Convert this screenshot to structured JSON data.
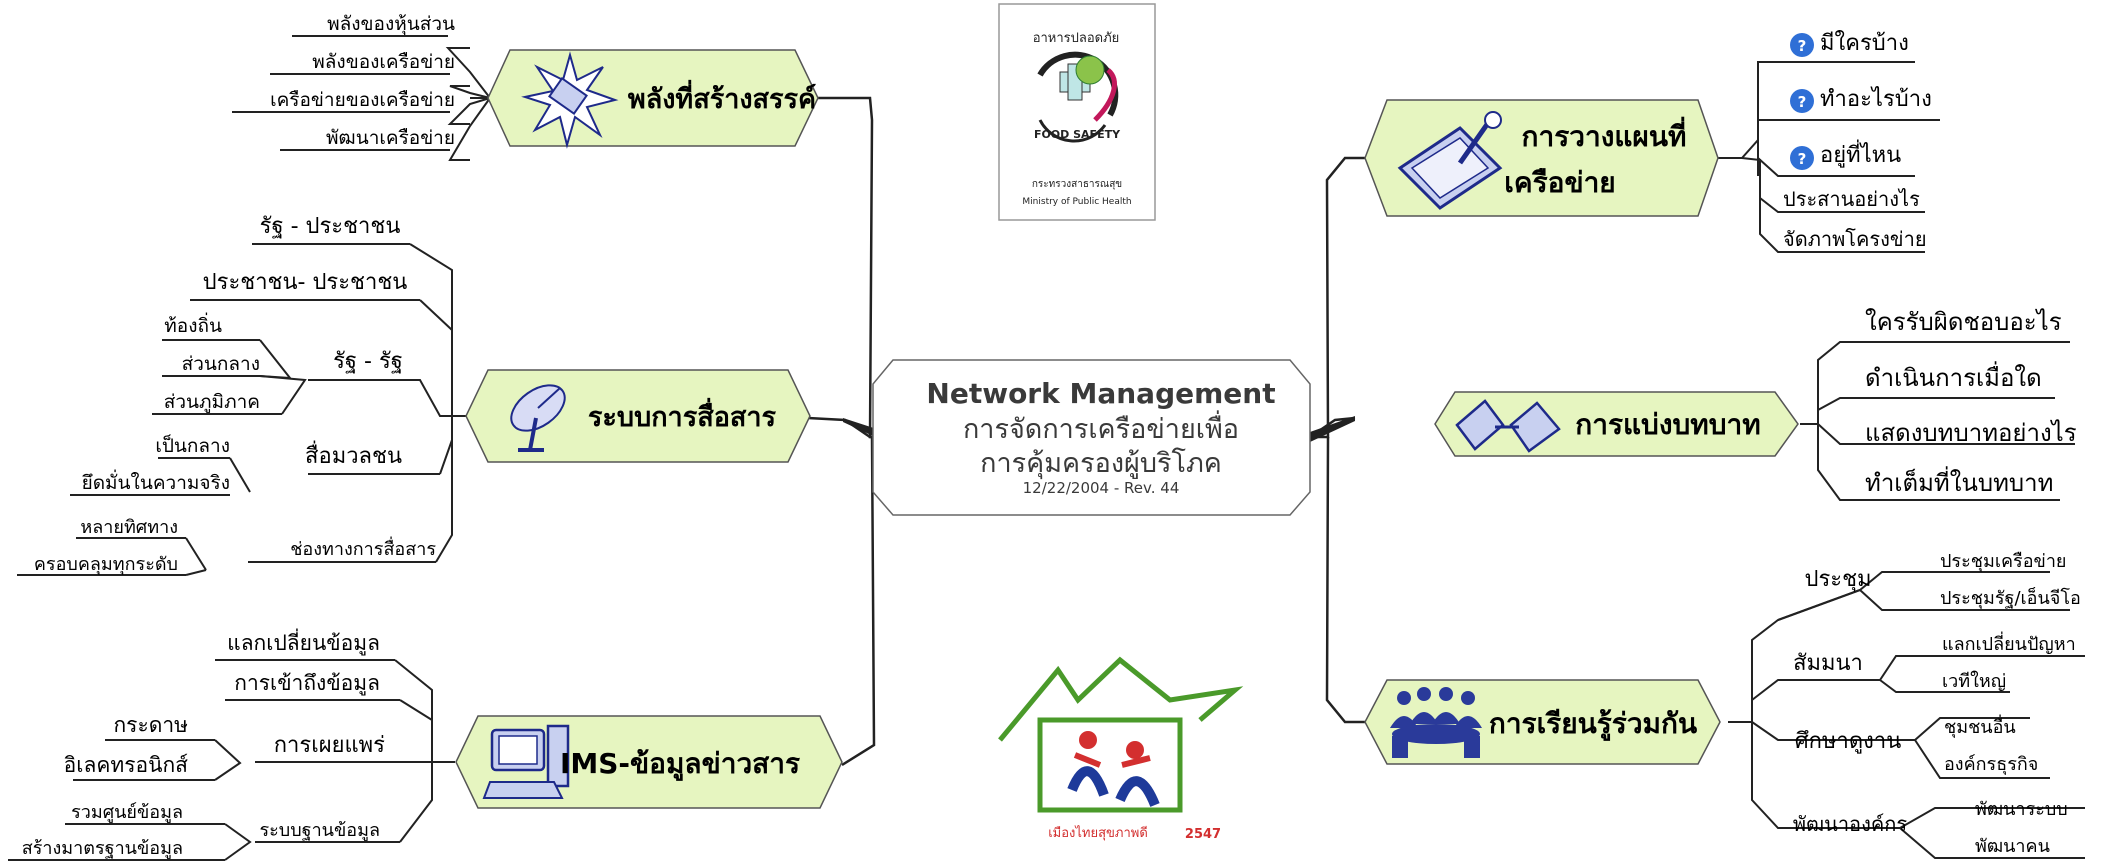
{
  "central": {
    "title": "Network  Management",
    "subtitle1": "การจัดการเครือข่ายเพื่อ",
    "subtitle2": "การคุ้มครองผู้บริโภค",
    "date_rev": "12/22/2004 - Rev. 44"
  },
  "logo_top": {
    "arc_text": "อาหารปลอดภัย",
    "food_safety": "FOOD  SAFETY",
    "ministry_th": "กระทรวงสาธารณสุข",
    "ministry_en": "Ministry of Public Health"
  },
  "logo_bottom": {
    "caption": "เมืองไทยสุขภาพดี",
    "year": "2547"
  },
  "branches": {
    "creative_power": {
      "label": "พลังที่สร้างสรรค์",
      "icon": "firework-icon",
      "items": [
        "พลังของหุ้นส่วน",
        "พลังของเครือข่าย",
        "เครือข่ายของเครือข่าย",
        "พัฒนาเครือข่าย"
      ]
    },
    "communication": {
      "label": "ระบบการสื่อสาร",
      "icon": "satellite-dish-icon",
      "items": {
        "state_people": "รัฐ - ประชาชน",
        "people_people": "ประชาชน- ประชาชน",
        "state_state": "รัฐ - รัฐ",
        "local": "ท้องถิ่น",
        "central": "ส่วนกลาง",
        "regional": "ส่วนภูมิภาค",
        "mass_media": "สื่อมวลชน",
        "neutral": "เป็นกลาง",
        "truth": "ยึดมั่นในความจริง",
        "channels": "ช่องทางการสื่อสาร",
        "diverse": "หลายทิศทาง",
        "all_levels": "ครอบคลุมทุกระดับ"
      }
    },
    "ims": {
      "label": "IMS-ข้อมูลข่าวสาร",
      "icon": "computer-icon",
      "items": {
        "exchange": "แลกเปลี่ยนข้อมูล",
        "access": "การเข้าถึงข้อมูล",
        "publish": "การเผยแพร่",
        "paper": "กระดาษ",
        "electronic": "อิเลคทรอนิกส์",
        "database": "ระบบฐานข้อมูล",
        "data_center": "รวมศูนย์ข้อมูล",
        "standard": "สร้างมาตรฐานข้อมูล"
      }
    },
    "network_plan": {
      "label1": "การวางแผนที่",
      "label2": "เครือข่าย",
      "icon": "pen-tablet-icon",
      "items": [
        "มีใครบ้าง",
        "ทำอะไรบ้าง",
        "อยู่ที่ไหน",
        "ประสานอย่างไร",
        "จัดภาพโครงข่าย"
      ]
    },
    "roles": {
      "label": "การแบ่งบทบาท",
      "icon": "handshake-icon",
      "items": [
        "ใครรับผิดชอบอะไร",
        "ดำเนินการเมื่อใด",
        "แสดงบทบาทอย่างไร",
        "ทำเต็มที่ในบทบาท"
      ]
    },
    "learning": {
      "label": "การเรียนรู้ร่วมกัน",
      "icon": "meeting-people-icon",
      "groups": [
        {
          "label": "ประชุม",
          "items": [
            "ประชุมเครือข่าย",
            "ประชุมรัฐ/เอ็นจีโอ"
          ]
        },
        {
          "label": "สัมมนา",
          "items": [
            "แลกเปลี่ยนปัญหา",
            "เวทีใหญ่"
          ]
        },
        {
          "label": "ศึกษาดูงาน",
          "items": [
            "ชุมชนอื่น",
            "องค์กรธุรกิจ"
          ]
        },
        {
          "label": "พัฒนาองค์กร",
          "items": [
            "พัฒนาระบบ",
            "พัฒนาคน"
          ]
        }
      ]
    }
  },
  "colors": {
    "node_fill": "#e6f5c0",
    "node_stroke": "#555555",
    "line": "#222222",
    "icon_blue": "#2a3a9a",
    "help_icon": "#2f6fd6"
  }
}
